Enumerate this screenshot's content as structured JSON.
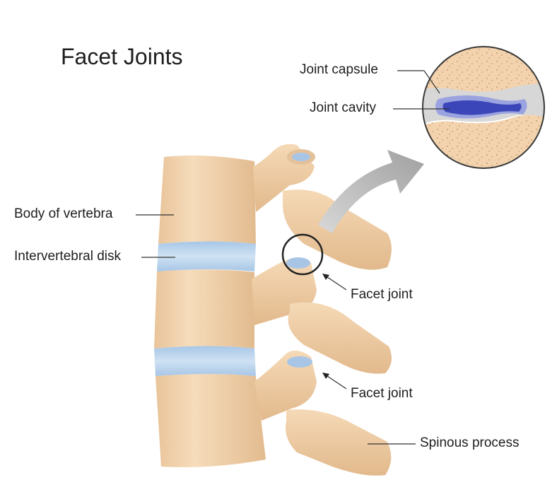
{
  "title": "Facet Joints",
  "labels": {
    "joint_capsule": "Joint capsule",
    "joint_cavity": "Joint cavity",
    "body_of_vertebra": "Body of vertebra",
    "intervertebral_disk": "Intervertebral disk",
    "facet_joint_upper": "Facet joint",
    "facet_joint_lower": "Facet joint",
    "spinous_process": "Spinous process"
  },
  "colors": {
    "bone": "#f2d3ad",
    "bone_shadow": "#dcb48a",
    "disk": "#b8d4ec",
    "disk_edge": "#98bcdc",
    "cavity": "#3b46b8",
    "cavity_light": "#6f82d8",
    "arrow": "#a9a9a9",
    "leader": "#333333"
  }
}
